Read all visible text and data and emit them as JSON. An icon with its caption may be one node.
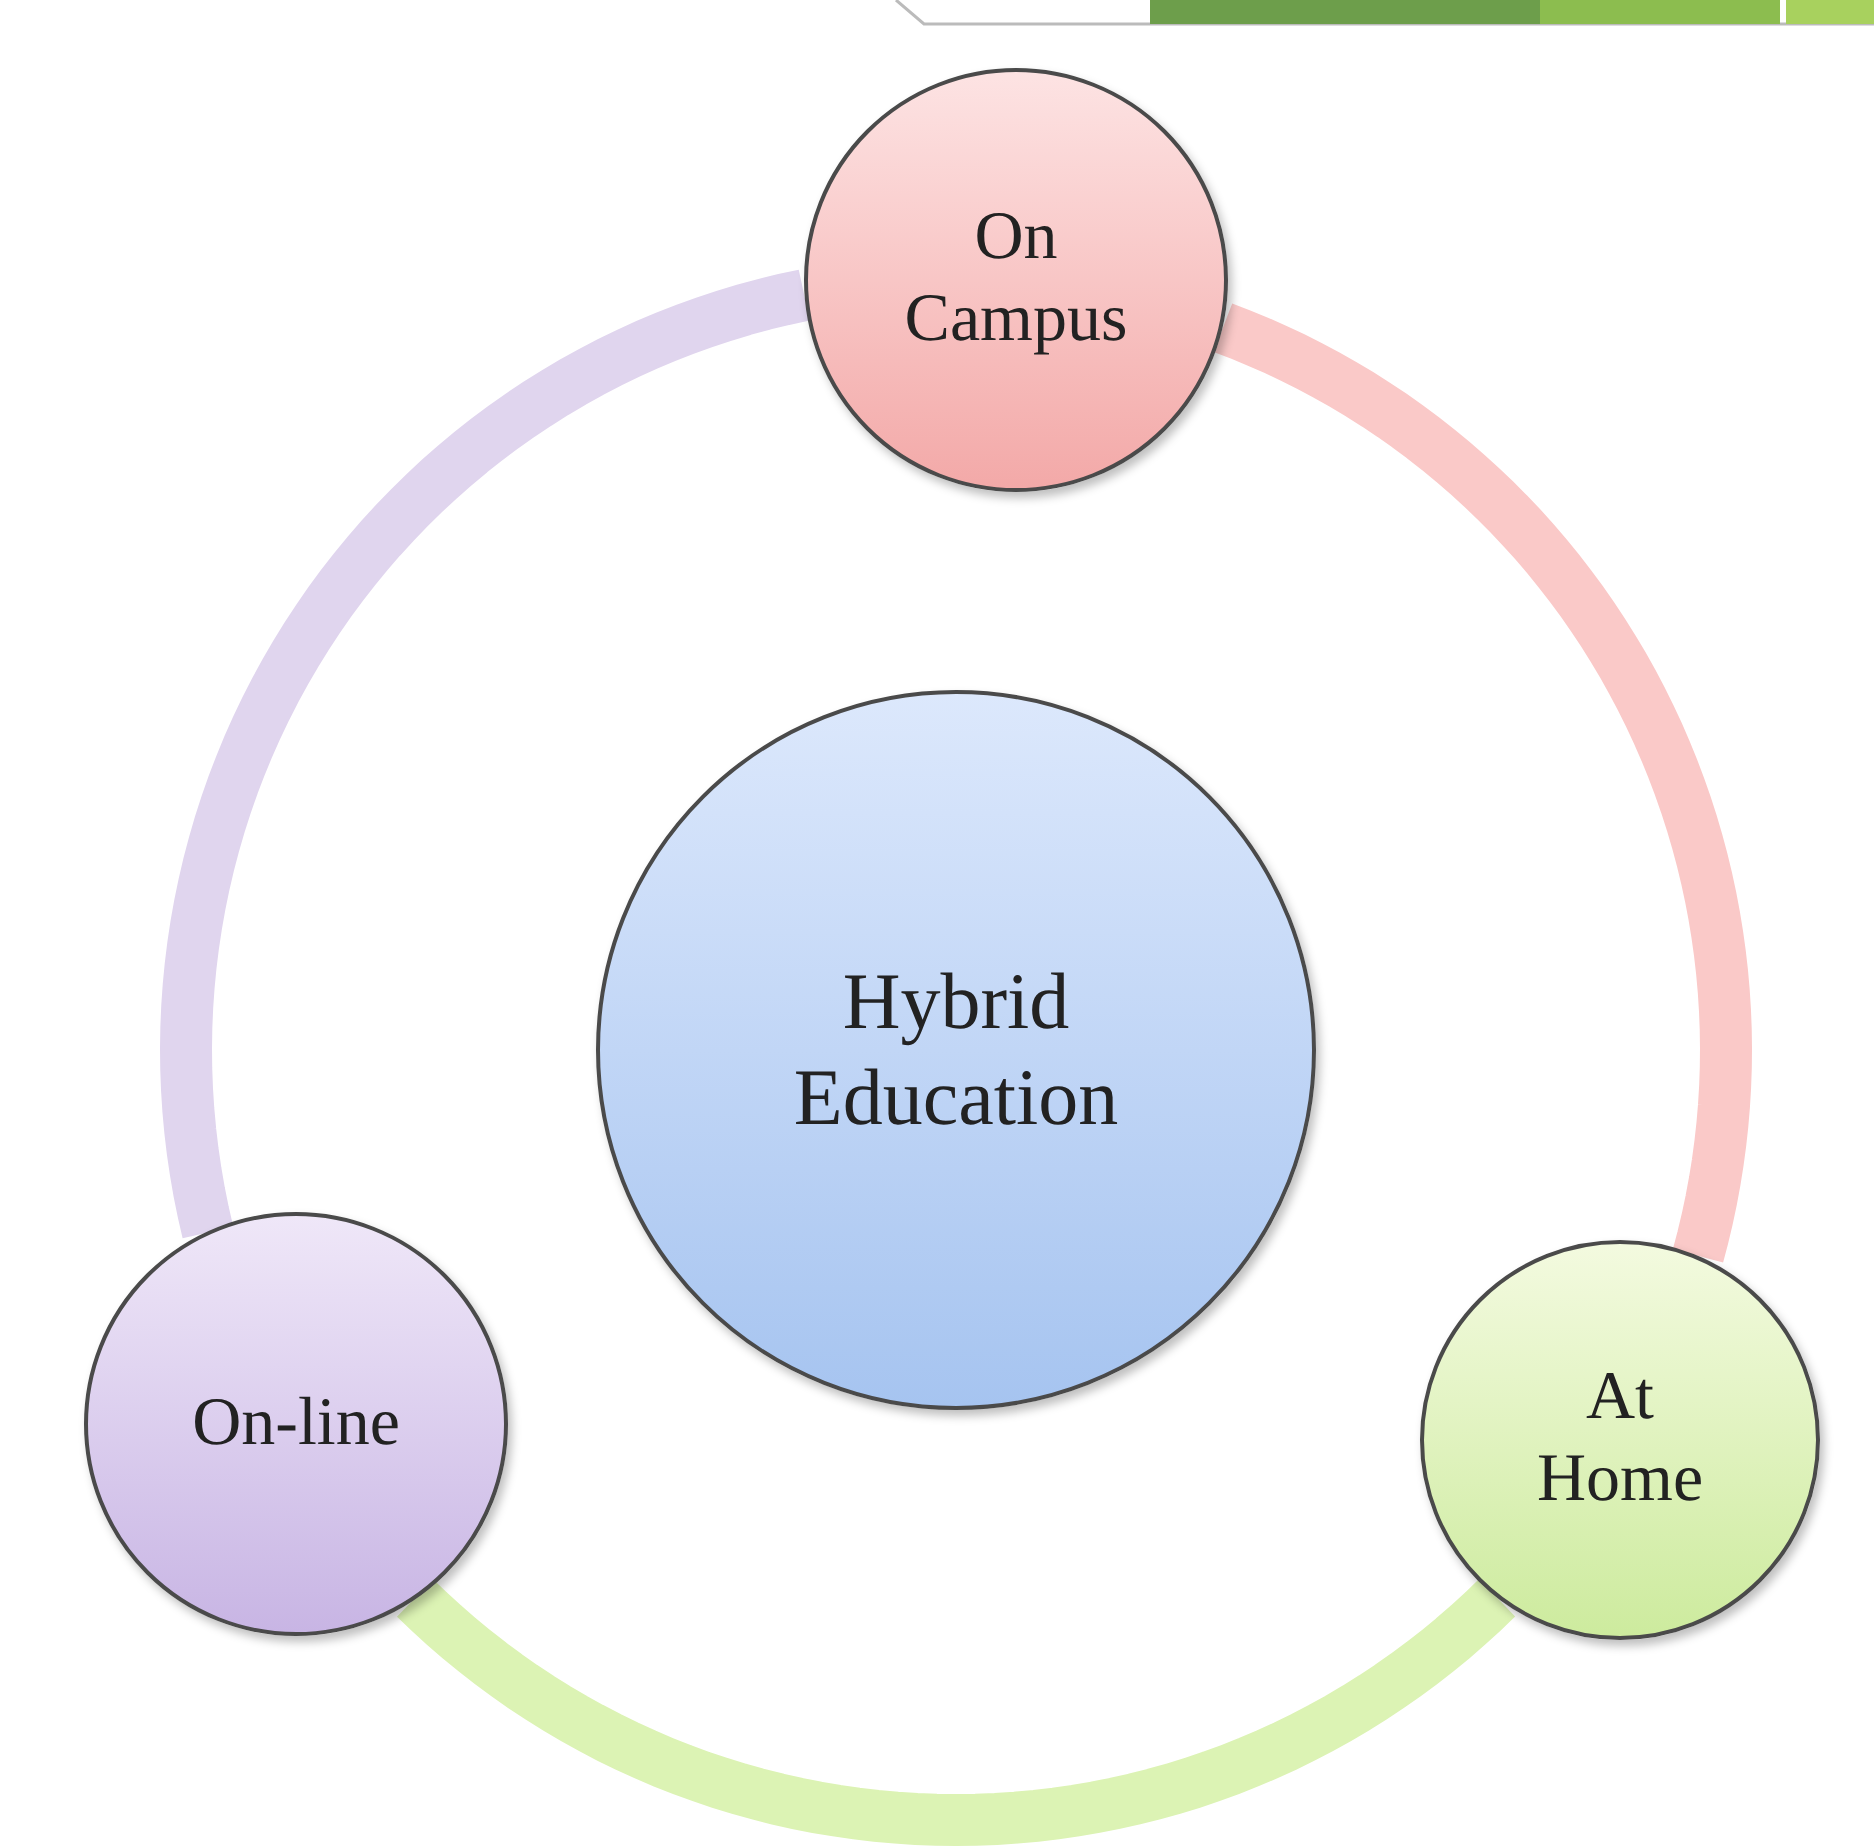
{
  "diagram": {
    "nodes": [
      {
        "text": [
          "On Campus"
        ]
      },
      {
        "text": [
          "Hybrid Education"
        ]
      },
      {
        "text": [
          "At Home"
        ]
      },
      {
        "text": [
          "On-line"
        ]
      }
    ],
    "edges": [
      {
        "from": 0,
        "to": 2,
        "arrow": "none",
        "color": "#fac9c8"
      },
      {
        "from": 2,
        "to": 3,
        "arrow": "none",
        "color": "#dcf3b4"
      },
      {
        "from": 3,
        "to": 0,
        "arrow": "none",
        "color": "#e0d5ee"
      }
    ]
  }
}
